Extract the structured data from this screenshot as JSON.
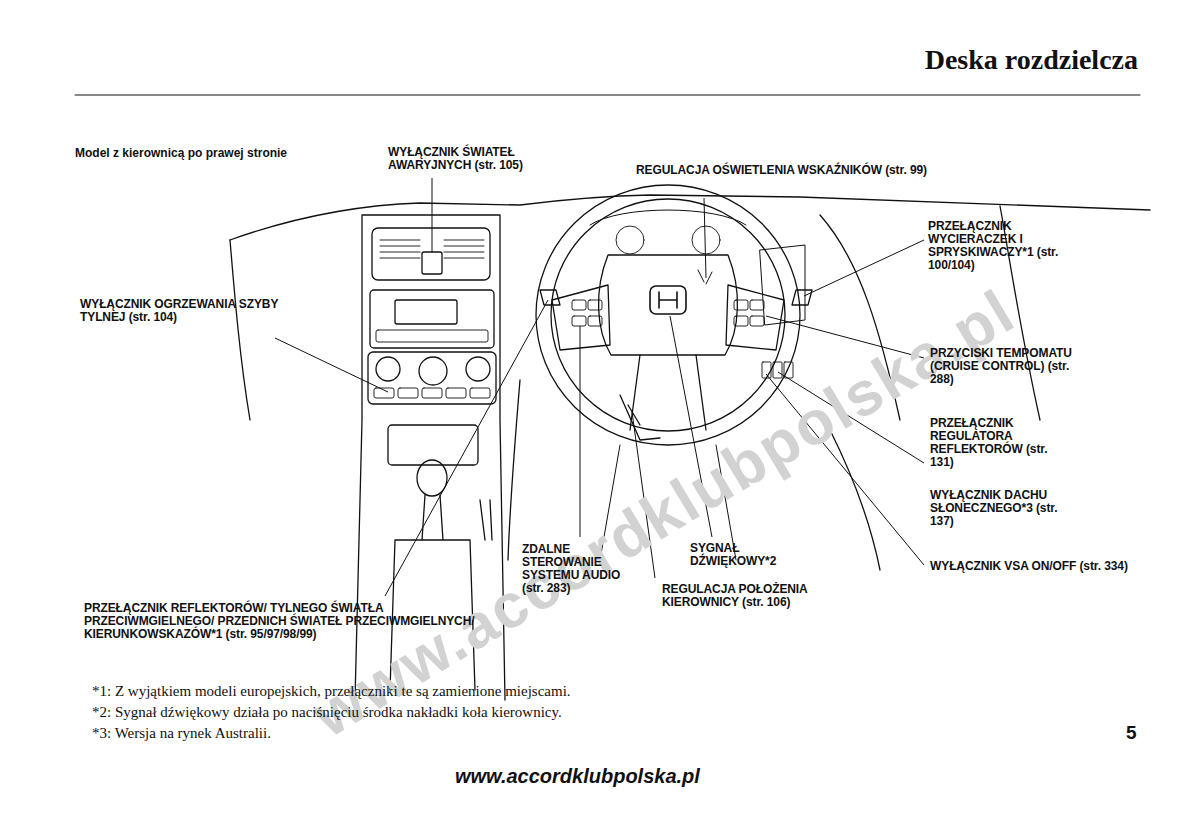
{
  "diagram": {
    "title": "Deska rozdzielcza",
    "labels": [
      "Model z kierownicą po prawej stronie",
      "WYŁĄCZNIK ŚWIATEŁ AWARYJNYCH (str. 105)",
      "REGULACJA OŚWIETLENIA WSKAŹNIKÓW (str. 99)",
      "PRZEŁĄCZNIK WYCIERACZEK I SPRYSKIWACZY*1 (str. 100/104)",
      "WYŁĄCZNIK OGRZEWANIA SZYBY TYLNEJ (str. 104)",
      "PRZYCISKI TEMPOMATU (CRUISE CONTROL) (str. 288)",
      "PRZEŁĄCZNIK REGULATORA REFLEKTORÓW (str. 131)",
      "WYŁĄCZNIK DACHU SŁONECZNEGO*3 (str. 137)",
      "WYŁĄCZNIK VSA ON/OFF (str. 334)",
      "ZDALNE STEROWANIE SYSTEMU AUDIO (str. 283)",
      "SYGNAŁ DŹWIĘKOWY*2",
      "REGULACJA POŁOŻENIA KIEROWNICY (str. 106)",
      "PRZEŁĄCZNIK REFLEKTORÓW/ TYLNEGO ŚWIATŁA PRZECIWMGIELNEGO/ PRZEDNICH ŚWIATEŁ PRZECIWMGIELNYCH/ KIERUNKOWSKAZÓW*1 (str. 95/97/98/99)",
      "*1: Z wyjątkiem modeli europejskich, przełączniki te są zamienione miejscami.",
      "*2: Sygnał dźwiękowy działa po naciśnięciu środka nakładki koła kierownicy.",
      "*3: Wersja na rynek Australii.",
      "5",
      "www.accordklubpolska.pl",
      "www.accordklubpolska.pl"
    ]
  }
}
